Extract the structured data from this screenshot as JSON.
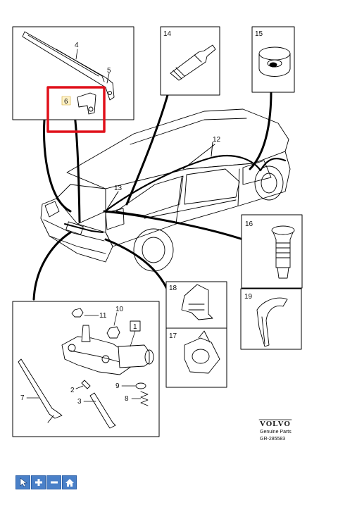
{
  "callouts": {
    "c1": "1",
    "c2": "2",
    "c3": "3",
    "c4": "4",
    "c5": "5",
    "c6": "6",
    "c7": "7",
    "c8": "8",
    "c9": "9",
    "c10": "10",
    "c11": "11",
    "c12": "12",
    "c13": "13",
    "c14": "14",
    "c15": "15",
    "c16": "16",
    "c17": "17",
    "c18": "18",
    "c19": "19"
  },
  "branding": {
    "logo": "VOLVO",
    "line": "Genuine Parts",
    "ref": "GR-285583"
  },
  "highlight_color": "#e0101a",
  "toolbar": {
    "buttons": [
      "pointer-icon",
      "zoom-in-icon",
      "zoom-out-icon",
      "home-icon"
    ],
    "color": "#4a80c8"
  }
}
